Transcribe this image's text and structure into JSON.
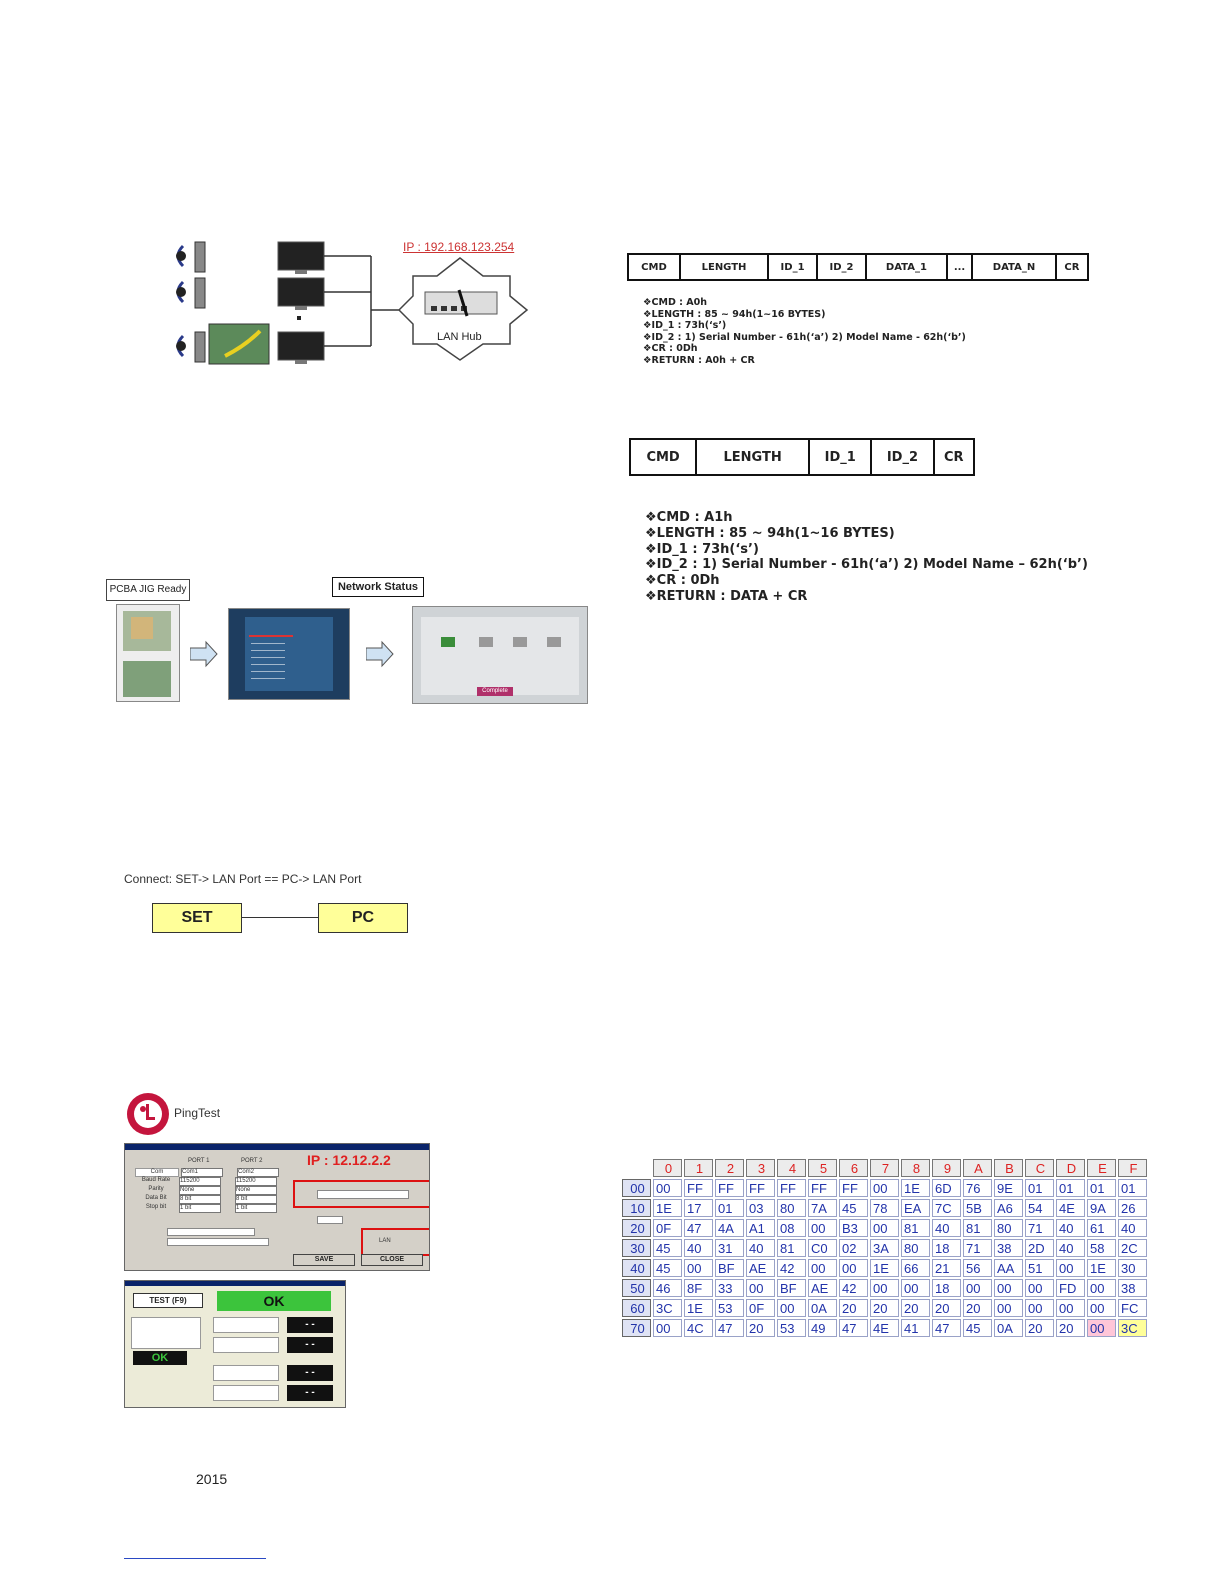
{
  "diagram1": {
    "ip_label": "IP : 192.168.123.254",
    "hub_label": "LAN Hub"
  },
  "protocol1": {
    "cells": [
      "CMD",
      "LENGTH",
      "ID_1",
      "ID_2",
      "DATA_1",
      "...",
      "DATA_N",
      "CR"
    ],
    "notes": [
      "CMD  : A0h",
      "LENGTH : 85 ~ 94h(1~16 BYTES)",
      "ID_1 : 73h(‘s’)",
      "ID_2 : 1) Serial Number - 61h(‘a’) 2) Model Name - 62h(‘b’)",
      "CR : 0Dh",
      "RETURN : A0h + CR"
    ]
  },
  "protocol2": {
    "cells": [
      "CMD",
      "LENGTH",
      "ID_1",
      "ID_2",
      "CR"
    ],
    "notes": [
      "CMD  : A1h",
      "LENGTH : 85 ~ 94h(1~16 BYTES)",
      "ID_1 : 73h(‘s’)",
      "ID_2 : 1) Serial Number - 61h(‘a’) 2) Model Name – 62h(‘b’)",
      "CR : 0Dh",
      "RETURN : DATA + CR"
    ]
  },
  "flow": {
    "label1": "PCBA JIG Ready",
    "label2": "Network Status",
    "complete_button": "Complete"
  },
  "connect": {
    "caption": "Connect: SET-> LAN Port == PC-> LAN Port",
    "box1": "SET",
    "box2": "PC"
  },
  "ping": {
    "title": "PingTest",
    "ip_overlay": "IP : 12.12.2.2",
    "port1": "PORT 1",
    "port2": "PORT 2",
    "row_labels": [
      "Com",
      "Baud Rate",
      "Parity",
      "Data Bit",
      "Stop bit"
    ],
    "port1_values": [
      "Com1",
      "115200",
      "None",
      "8 bit",
      "1 bit"
    ],
    "port2_values": [
      "Com2",
      "115200",
      "None",
      "8 bit",
      "1 bit"
    ],
    "save": "SAVE",
    "close": "CLOSE",
    "lan_option": "LAN",
    "test_button": "TEST (F9)",
    "ok": "OK",
    "dash": "- -"
  },
  "hex": {
    "cols": [
      "0",
      "1",
      "2",
      "3",
      "4",
      "5",
      "6",
      "7",
      "8",
      "9",
      "A",
      "B",
      "C",
      "D",
      "E",
      "F"
    ],
    "rows": [
      {
        "h": "00",
        "v": [
          "00",
          "FF",
          "FF",
          "FF",
          "FF",
          "FF",
          "FF",
          "00",
          "1E",
          "6D",
          "76",
          "9E",
          "01",
          "01",
          "01",
          "01"
        ]
      },
      {
        "h": "10",
        "v": [
          "1E",
          "17",
          "01",
          "03",
          "80",
          "7A",
          "45",
          "78",
          "EA",
          "7C",
          "5B",
          "A6",
          "54",
          "4E",
          "9A",
          "26"
        ]
      },
      {
        "h": "20",
        "v": [
          "0F",
          "47",
          "4A",
          "A1",
          "08",
          "00",
          "B3",
          "00",
          "81",
          "40",
          "81",
          "80",
          "71",
          "40",
          "61",
          "40"
        ]
      },
      {
        "h": "30",
        "v": [
          "45",
          "40",
          "31",
          "40",
          "81",
          "C0",
          "02",
          "3A",
          "80",
          "18",
          "71",
          "38",
          "2D",
          "40",
          "58",
          "2C"
        ]
      },
      {
        "h": "40",
        "v": [
          "45",
          "00",
          "BF",
          "AE",
          "42",
          "00",
          "00",
          "1E",
          "66",
          "21",
          "56",
          "AA",
          "51",
          "00",
          "1E",
          "30"
        ]
      },
      {
        "h": "50",
        "v": [
          "46",
          "8F",
          "33",
          "00",
          "BF",
          "AE",
          "42",
          "00",
          "00",
          "18",
          "00",
          "00",
          "00",
          "FD",
          "00",
          "38"
        ]
      },
      {
        "h": "60",
        "v": [
          "3C",
          "1E",
          "53",
          "0F",
          "00",
          "0A",
          "20",
          "20",
          "20",
          "20",
          "20",
          "00",
          "00",
          "00",
          "00",
          "FC"
        ]
      },
      {
        "h": "70",
        "v": [
          "00",
          "4C",
          "47",
          "20",
          "53",
          "49",
          "47",
          "4E",
          "41",
          "47",
          "45",
          "0A",
          "20",
          "20",
          "00",
          "3C"
        ]
      }
    ]
  },
  "footer": {
    "year": "2015"
  }
}
